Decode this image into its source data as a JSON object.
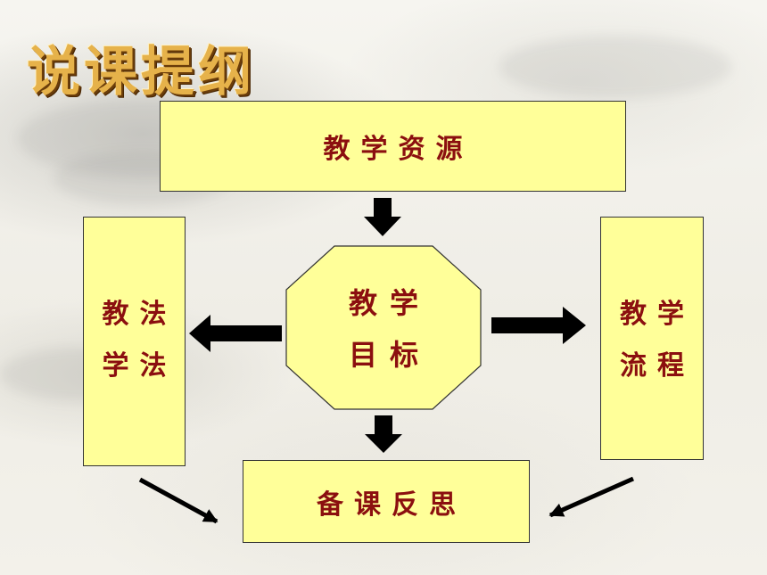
{
  "title": "说课提纲",
  "boxes": {
    "resources": "教学资源",
    "methods_line1": "教法",
    "methods_line2": "学法",
    "objectives_line1": "教学",
    "objectives_line2": "目标",
    "process_line1": "教学",
    "process_line2": "流程",
    "reflection": "备课反思"
  },
  "colors": {
    "box_fill": "#ffff99",
    "text": "#8b0f0f",
    "arrow": "#000000"
  }
}
